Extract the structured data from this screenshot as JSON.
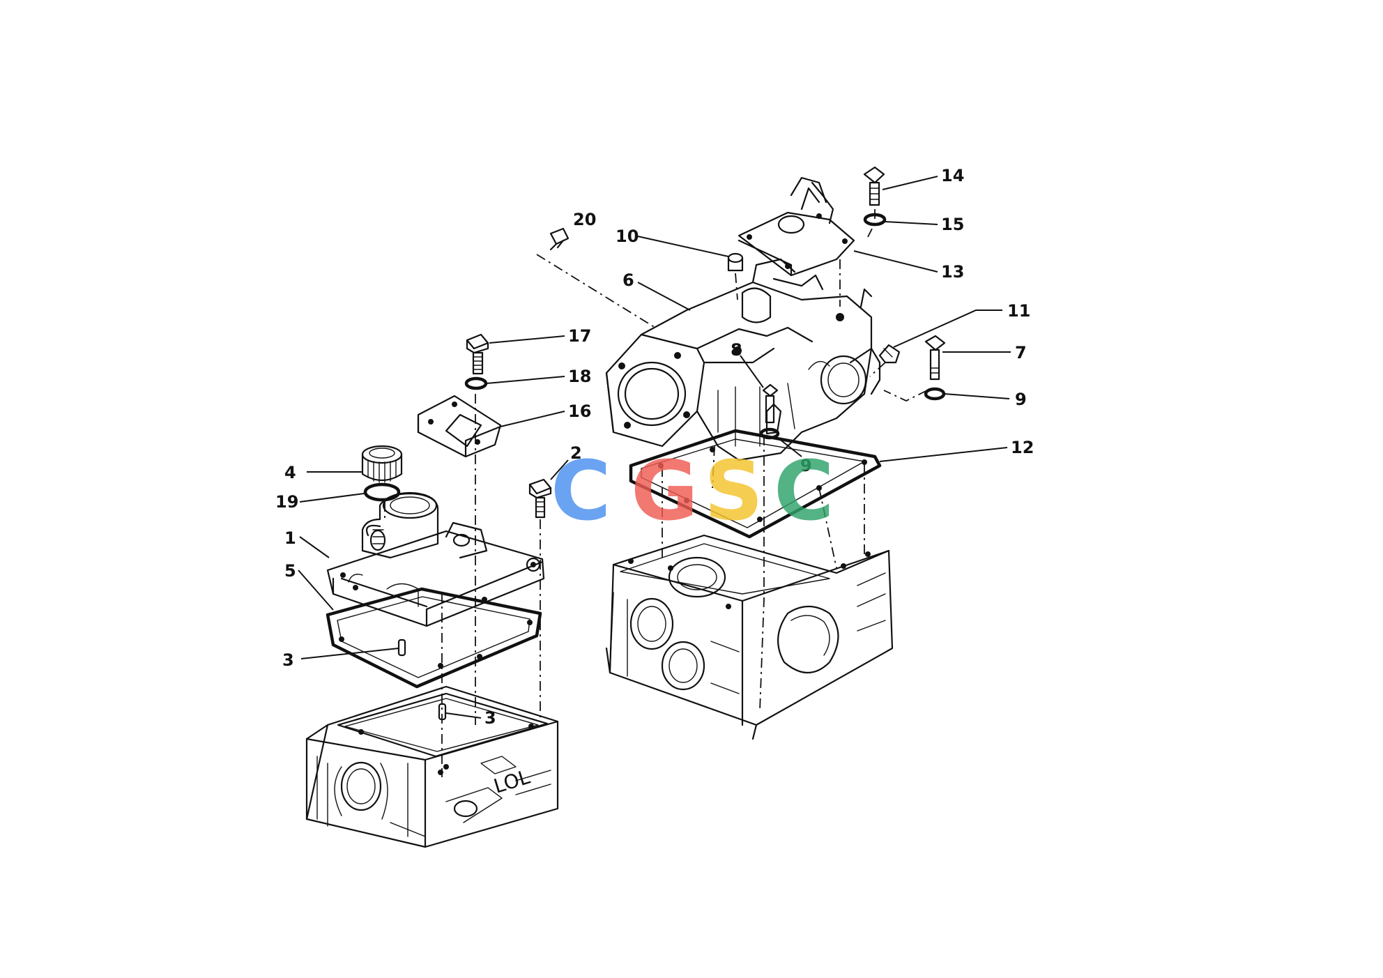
{
  "diagram": {
    "watermark": {
      "letters": [
        "C",
        "G",
        "S",
        "C"
      ],
      "colors": [
        "#4a8ff0",
        "#ee5c52",
        "#f4c32c",
        "#2fa36a"
      ]
    },
    "callouts": [
      {
        "id": "c1",
        "text": "1"
      },
      {
        "id": "c2",
        "text": "2"
      },
      {
        "id": "c3a",
        "text": "3"
      },
      {
        "id": "c3b",
        "text": "3"
      },
      {
        "id": "c4",
        "text": "4"
      },
      {
        "id": "c5",
        "text": "5"
      },
      {
        "id": "c6",
        "text": "6"
      },
      {
        "id": "c7",
        "text": "7"
      },
      {
        "id": "c8",
        "text": "8"
      },
      {
        "id": "c9a",
        "text": "9"
      },
      {
        "id": "c9b",
        "text": "9"
      },
      {
        "id": "c10",
        "text": "10"
      },
      {
        "id": "c11",
        "text": "11"
      },
      {
        "id": "c12",
        "text": "12"
      },
      {
        "id": "c13",
        "text": "13"
      },
      {
        "id": "c14",
        "text": "14"
      },
      {
        "id": "c15",
        "text": "15"
      },
      {
        "id": "c16",
        "text": "16"
      },
      {
        "id": "c17",
        "text": "17"
      },
      {
        "id": "c18",
        "text": "18"
      },
      {
        "id": "c19",
        "text": "19"
      },
      {
        "id": "c20",
        "text": "20"
      }
    ],
    "stamp_text": "LOL"
  }
}
